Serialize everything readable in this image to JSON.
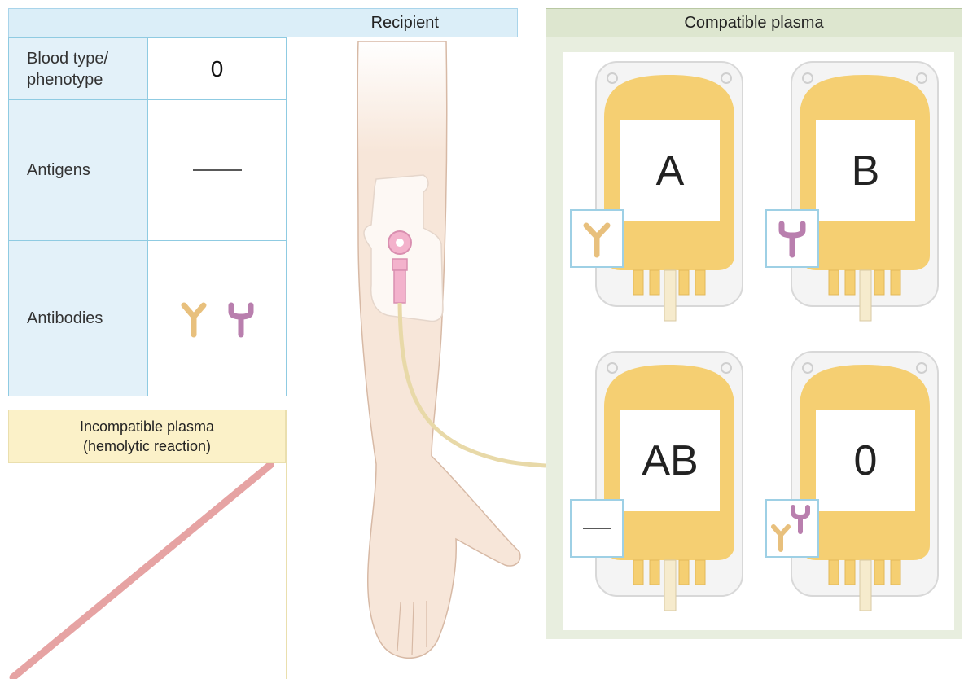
{
  "recipient": {
    "title": "Recipient",
    "blood_type_label_line1": "Blood type/",
    "blood_type_label_line2": "phenotype",
    "blood_type_value": "0",
    "antigens_label": "Antigens",
    "antigens_value": "—",
    "antibodies_label": "Antibodies"
  },
  "incompatible": {
    "title_line1": "Incompatible plasma",
    "title_line2": "(hemolytic reaction)"
  },
  "compatible": {
    "title": "Compatible plasma",
    "bags": [
      {
        "label": "A",
        "antibody": "anti-A"
      },
      {
        "label": "B",
        "antibody": "anti-B"
      },
      {
        "label": "AB",
        "antibody": "—"
      },
      {
        "label": "0",
        "antibody": "anti-A anti-B"
      }
    ]
  },
  "colors": {
    "anti_a": "#e8c07d",
    "anti_b": "#b97fae",
    "plasma": "#f5cf72",
    "skin": "#f7e6d9"
  }
}
